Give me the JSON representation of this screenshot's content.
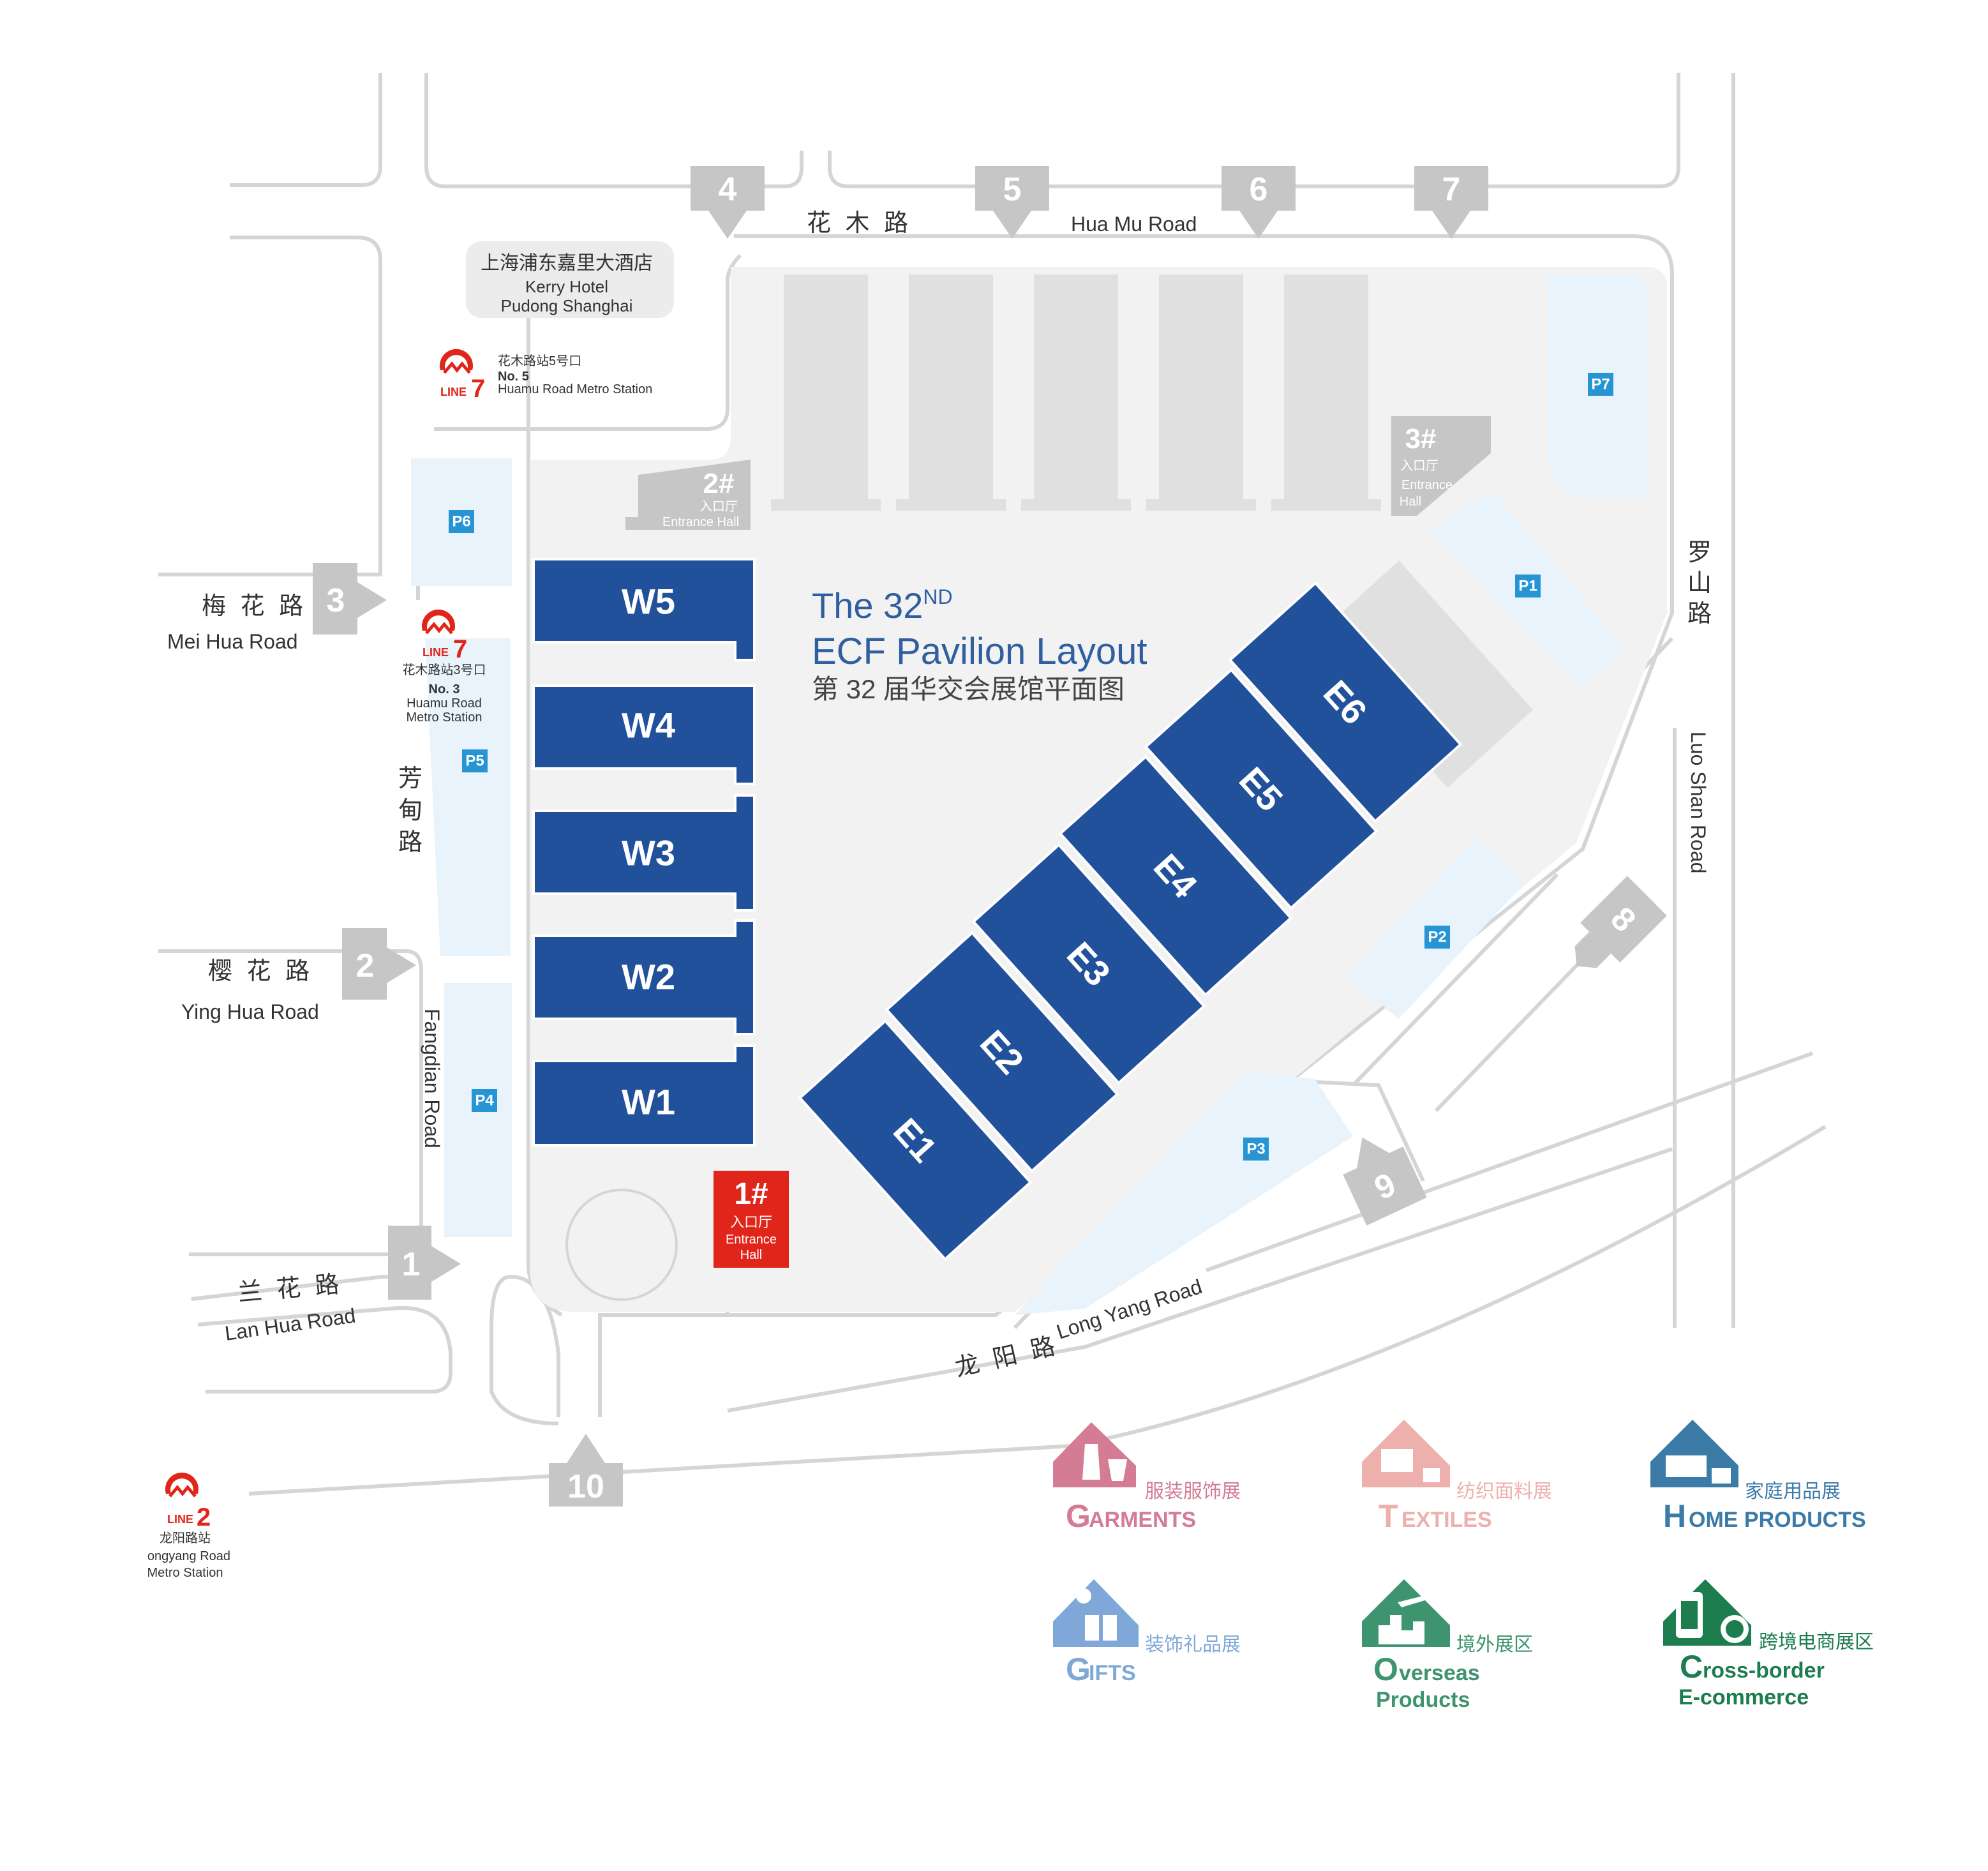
{
  "title": {
    "line1_main": "The 32",
    "line1_sup": "ND",
    "line2": "ECF Pavilion Layout",
    "line3": "第 32 届华交会展馆平面图",
    "color": "#2f5f9f"
  },
  "halls_west": [
    "W5",
    "W4",
    "W3",
    "W2",
    "W1"
  ],
  "halls_east": [
    "E6",
    "E5",
    "E4",
    "E3",
    "E2",
    "E1"
  ],
  "hall_color": "#22519c",
  "entrance_halls": {
    "hall1": {
      "num": "1#",
      "zh": "入口厅",
      "en1": "Entrance",
      "en2": "Hall",
      "color": "#e0251b"
    },
    "hall2": {
      "num": "2#",
      "zh": "入口厅",
      "en": "Entrance Hall"
    },
    "hall3": {
      "num": "3#",
      "zh": "入口厅",
      "en1": "Entrance",
      "en2": "Hall"
    }
  },
  "gates": [
    "1",
    "2",
    "3",
    "4",
    "5",
    "6",
    "7",
    "8",
    "9",
    "10"
  ],
  "parking": [
    "P1",
    "P2",
    "P3",
    "P4",
    "P5",
    "P6",
    "P7"
  ],
  "roads": {
    "huamu_zh": "花 木 路",
    "huamu_en": "Hua Mu Road",
    "meihua_zh": "梅 花 路",
    "meihua_en": "Mei Hua Road",
    "yinghua_zh": "樱 花 路",
    "yinghua_en": "Ying Hua Road",
    "lanhua_zh": "兰 花 路",
    "lanhua_en": "Lan Hua Road",
    "fangdian_zh": [
      "芳",
      "甸",
      "路"
    ],
    "fangdian_en": "Fangdian Road",
    "luoshan_zh": [
      "罗",
      "山",
      "路"
    ],
    "luoshan_en": "Luo Shan Road",
    "longyang_zh": "龙 阳 路",
    "longyang_en": "Long Yang Road"
  },
  "hotel": {
    "zh": "上海浦东嘉里大酒店",
    "en1": "Kerry Hotel",
    "en2": "Pudong Shanghai"
  },
  "metro": {
    "line7_a": {
      "line_word": "LINE",
      "line_num": "7",
      "zh": "花木路站5号口",
      "no": "No. 5",
      "en": "Huamu Road Metro Station"
    },
    "line7_b": {
      "line_word": "LINE",
      "line_num": "7",
      "zh": "花木路站3号口",
      "no": "No. 3",
      "en1": "Huamu Road",
      "en2": "Metro Station"
    },
    "line2": {
      "line_word": "LINE",
      "line_num": "2",
      "zh": "龙阳路站",
      "en1": "ongyang Road",
      "en2": "Metro Station"
    }
  },
  "legend": [
    {
      "zh": "服装服饰展",
      "cap": "G",
      "rest": "ARMENTS",
      "color": "#d37c94",
      "icon": "garment-icon"
    },
    {
      "zh": "纺织面料展",
      "cap": "T",
      "rest": "EXTILES",
      "color": "#eeb0ac",
      "icon": "textile-icon"
    },
    {
      "zh": "家庭用品展",
      "cap": "H",
      "rest": "OME PRODUCTS",
      "color": "#3c7aa8",
      "icon": "home-products-icon"
    },
    {
      "zh": "装饰礼品展",
      "cap": "G",
      "rest": "IFTS",
      "color": "#7fa8d8",
      "icon": "gift-icon"
    },
    {
      "zh": "境外展区",
      "cap": "O",
      "rest": "verseas",
      "rest2": "Products",
      "color": "#3f9470",
      "icon": "overseas-icon"
    },
    {
      "zh": "跨境电商展区",
      "cap": "C",
      "rest": "ross-border",
      "rest2": "E-commerce",
      "color": "#1d7d4e",
      "icon": "cross-border-icon"
    }
  ]
}
